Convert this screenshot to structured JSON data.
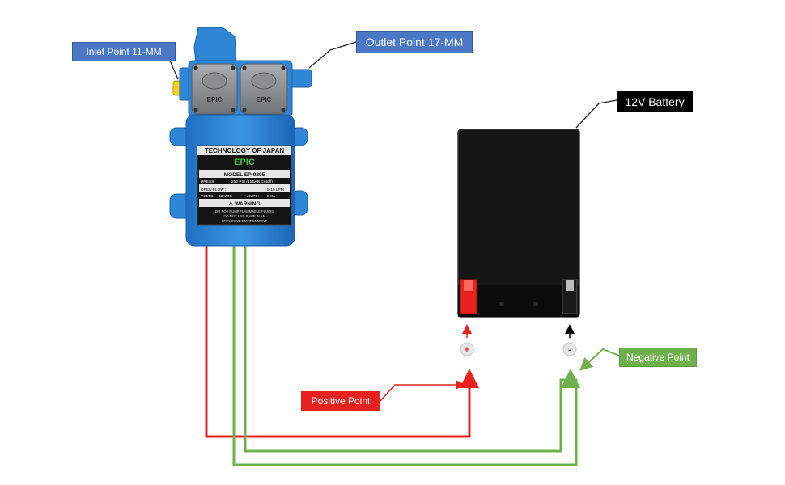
{
  "labels": {
    "inlet": "Inlet Point 11-MM",
    "outlet": "Outlet Point 17-MM",
    "battery": "12V Battery",
    "positive": "Positive Point",
    "negative": "Negative Point"
  },
  "pump": {
    "brand_header": "TECHNOLOGY OF JAPAN",
    "logo_text": "EPIC",
    "cap_text": "EPIC",
    "model": "MODEL EP-9295",
    "press_label": "PRESS.",
    "press_value": "250 PSI (15BAR Cutoff)",
    "flow_label": "OPEN FLOW :",
    "flow_value": "5-10 LPM",
    "volts_label": "VOLTS:",
    "volts_value": "12 VDC",
    "amps_label": "AMPS:",
    "amps_value": "5-8A",
    "warning": "⚠ WARNING",
    "warn_line1": "DO NOT PUMP FLAMMABLE FLUIDS",
    "warn_line2": "DO NOT USE PUMP IN AN",
    "warn_line3": "EXPLOSIVE ENVIRONMENT"
  },
  "terminals": {
    "positive_symbol": "+",
    "negative_symbol": "-"
  },
  "colors": {
    "pump_blue": "#2f86d6",
    "label_blue": "#4a78c4",
    "positive_red": "#e8201e",
    "negative_green": "#70b04c",
    "battery_black": "#111111"
  }
}
